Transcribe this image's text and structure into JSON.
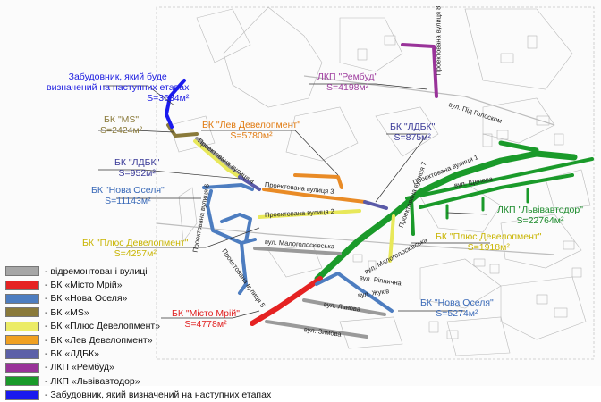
{
  "colors": {
    "grey": "#9e9e9e",
    "red": "#e52222",
    "blue_nova": "#4d7dc0",
    "olive_ms": "#8a7a3a",
    "yellow": "#e8e85a",
    "orange": "#e98b26",
    "purple_ldbk": "#5a5aa8",
    "magenta": "#993399",
    "green": "#1a9a2a",
    "blue_dev": "#1a1aee"
  },
  "legend": [
    {
      "text": "- відремонтовані вулиці",
      "color": "#a6a6a6"
    },
    {
      "text": "- БК «Місто Мрій»",
      "color": "#e52222"
    },
    {
      "text": "- БК «Нова Оселя»",
      "color": "#4d7dc0"
    },
    {
      "text": "- БК «MS»",
      "color": "#8a7a3a"
    },
    {
      "text": "- БК «Плюс Девелопмент»",
      "color": "#ecec66"
    },
    {
      "text": "- БК «Лев Девелопмент»",
      "color": "#f0a020"
    },
    {
      "text": "- БК «ЛДБК»",
      "color": "#5c60a8"
    },
    {
      "text": "- ЛКП «Рембуд»",
      "color": "#993399"
    },
    {
      "text": "- ЛКП «Львівавтодор»",
      "color": "#1a9a2a"
    },
    {
      "text": "- Забудовник, який визначений на наступних етапах",
      "color": "#1a1aee"
    }
  ],
  "labels": {
    "dev_name": "Забудовник, який буде",
    "dev_name2": "визначений на наступних етапах",
    "dev_area": "S=3634м²",
    "rembud_name": "ЛКП \"Рембуд\"",
    "rembud_area": "S=4198м²",
    "ms_name": "БК \"MS\"",
    "ms_area": "S=2424м²",
    "lev_name": "БК \"Лев Девелопмент\"",
    "lev_area": "S=5780м²",
    "ldbk_right_name": "БК \"ЛДБК\"",
    "ldbk_right_area": "S=875м²",
    "ldbk_left_name": "БК \"ЛДБК\"",
    "ldbk_left_area": "S=952м²",
    "nova_left_name": "БК \"Нова Оселя\"",
    "nova_left_area": "S=11143м²",
    "lvivavtodor_name": "ЛКП \"Львівавтодор\"",
    "lvivavtodor_area": "S=22764м²",
    "plus_left_name": "БК \"Плюс Девелопмент\"",
    "plus_left_area": "S=4257м²",
    "plus_right_name": "БК \"Плюс Девелопмент\"",
    "plus_right_area": "S=1918м²",
    "nova_right_name": "БК \"Нова Оселя\"",
    "nova_right_area": "S=5274м²",
    "misto_name": "БК \"Місто Мрій\"",
    "misto_area": "S=4778м²"
  },
  "streets": {
    "s8": "Проектована вулиця 8",
    "pid_holoskom": "вул. Під Голоском",
    "s1": "Проектована вулиця 1",
    "s4": "Проектована вулиця 4",
    "s3": "Проектована вулиця 3",
    "s2": "Проектована вулиця 2",
    "s6": "Проектована вулиця 6",
    "s5": "Проектована вулиця 5",
    "s7": "Проектована вулиця 7",
    "shchepova": "вул. Щепова",
    "malogoloskivska": "вул. Малоголосківська",
    "malogoloskivska2": "вул. Малоголосківська",
    "ripnychna": "вул. Ріпнична",
    "zhukiv": "вул. Жуків",
    "lanova": "вул. Ланова",
    "zymova": "вул. Зимова"
  }
}
